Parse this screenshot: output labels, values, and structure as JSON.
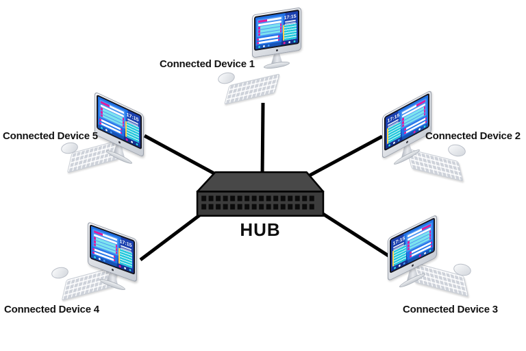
{
  "diagram": {
    "type": "network-topology-star",
    "hub": {
      "label": "HUB",
      "port_rows": 2,
      "ports_per_row": 16
    },
    "devices": [
      {
        "id": 1,
        "label": "Connected Device 1",
        "screen_clock": "17:15"
      },
      {
        "id": 2,
        "label": "Connected Device 2",
        "screen_clock": "17:15"
      },
      {
        "id": 3,
        "label": "Connected Device 3",
        "screen_clock": "17:15"
      },
      {
        "id": 4,
        "label": "Connected Device 4",
        "screen_clock": "17:15"
      },
      {
        "id": 5,
        "label": "Connected Device 5",
        "screen_clock": "17:15"
      }
    ],
    "connections": [
      {
        "from": "hub",
        "to": "device-1"
      },
      {
        "from": "hub",
        "to": "device-2"
      },
      {
        "from": "hub",
        "to": "device-3"
      },
      {
        "from": "hub",
        "to": "device-4"
      },
      {
        "from": "hub",
        "to": "device-5"
      }
    ],
    "colors": {
      "background": "#ffffff",
      "connection_line": "#000000",
      "hub_top": "#484848",
      "hub_front": "#3c3c3c",
      "hub_port": "#0b0b0b",
      "screen_blue": "#2173e8",
      "screen_blue_dark": "#1a3fae",
      "accent_pink": "#e6189b",
      "accent_teal": "#25c8dc",
      "label_text": "#121212"
    }
  }
}
